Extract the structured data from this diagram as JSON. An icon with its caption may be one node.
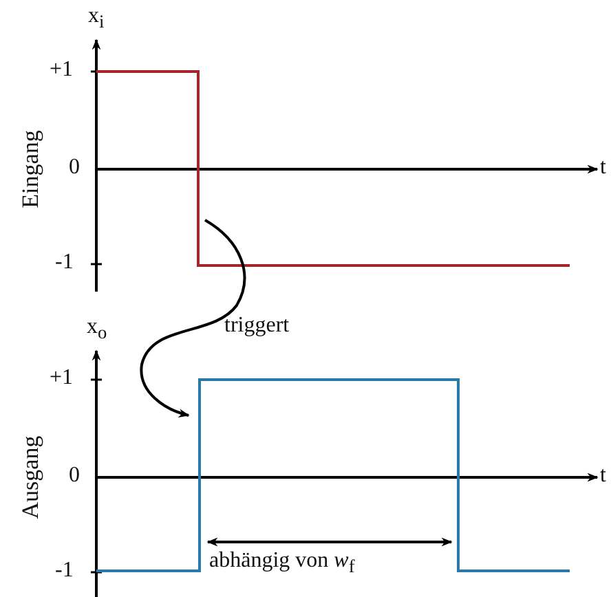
{
  "diagram": {
    "labels": [
      "x$_{i}$",
      "+1",
      "0",
      "-1",
      "t",
      "Eingang",
      "x$_{o}$",
      "+1",
      "0",
      "-1",
      "t",
      "Ausgang",
      "triggert",
      "abhängig von *w*$_{f}$"
    ]
  }
}
